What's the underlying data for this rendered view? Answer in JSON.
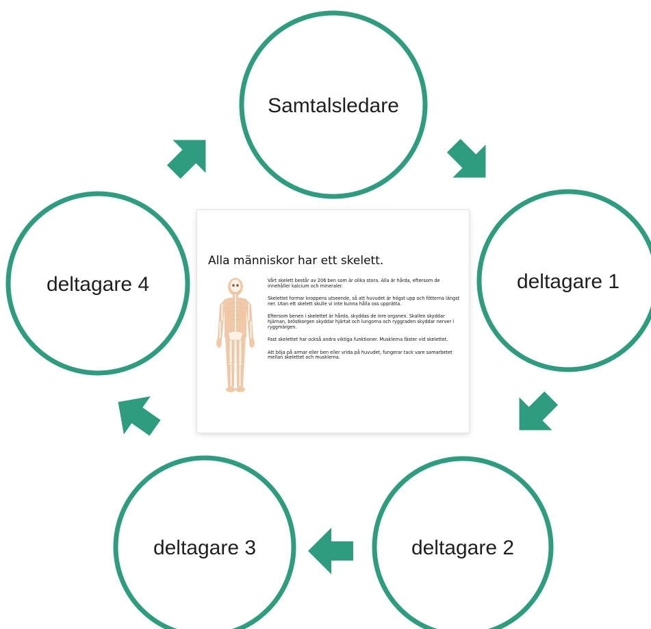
{
  "colors": {
    "accent": "#2e9c7f",
    "circle_fill": "#ffffff",
    "text": "#1f1f1f"
  },
  "nodes": {
    "leader": "Samtalsledare",
    "p1": "deltagare 1",
    "p2": "deltagare 2",
    "p3": "deltagare 3",
    "p4": "deltagare 4"
  },
  "slide": {
    "title": "Alla människor har ett skelett.",
    "image": "skeleton-illustration",
    "paragraphs": [
      "Vårt skelett består av 206 ben som är olika stora. Alla är hårda, eftersom de innehåller kalcium och mineraler.",
      "Skelettet formar kroppens utseende, så att huvudet är högst upp och fötterna längst ner. Utan ett skelett skulle vi inte kunna hålla oss upprätta.",
      "Eftersom benen i skelettet är hårda, skyddas de inre organen. Skallen skyddar hjärnan, bröstkorgen skyddar hjärtat och lungorna och ryggraden skyddar nerver i ryggmärgen.",
      "Fast skelettet har också andra viktiga funktioner. Musklerna fäster vid skelettet.",
      "Att böja på armar eller ben eller vrida på huvudet, fungerar tack vare samarbetet mellan skelettet och musklerna."
    ]
  }
}
